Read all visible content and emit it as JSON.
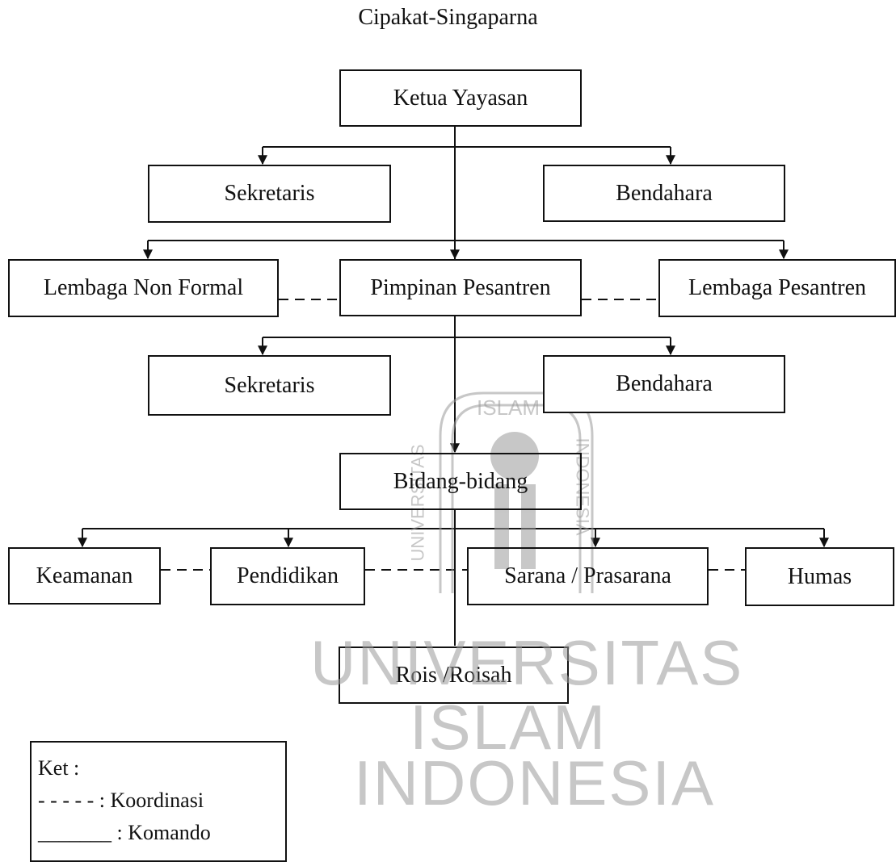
{
  "title": "Cipakat-Singaparna",
  "nodes": {
    "ketua_yayasan": "Ketua Yayasan",
    "sekretaris_1": "Sekretaris",
    "bendahara_1": "Bendahara",
    "lembaga_non_formal": "Lembaga Non Formal",
    "pimpinan_pesantren": "Pimpinan Pesantren",
    "lembaga_pesantren": "Lembaga Pesantren",
    "sekretaris_2": "Sekretaris",
    "bendahara_2": "Bendahara",
    "bidang_bidang": "Bidang-bidang",
    "keamanan": "Keamanan",
    "pendidikan": "Pendidikan",
    "sarana_prasarana": "Sarana / Prasarana",
    "humas": "Humas",
    "rois_roisah": "Rois /Roisah"
  },
  "legend": {
    "heading": "Ket :",
    "koordinasi": "- - - - - : Koordinasi",
    "komando_line": "_______",
    "komando": ": Komando"
  },
  "watermark": {
    "line1": "UNIVERSITAS",
    "line2": "ISLAM",
    "line3": "INDONESIA",
    "seal_top": "ISLAM",
    "seal_left": "UNIVERSITAS",
    "seal_right": "INDONESIA"
  },
  "colors": {
    "line": "#111111",
    "watermark": "#9a9a9a"
  }
}
